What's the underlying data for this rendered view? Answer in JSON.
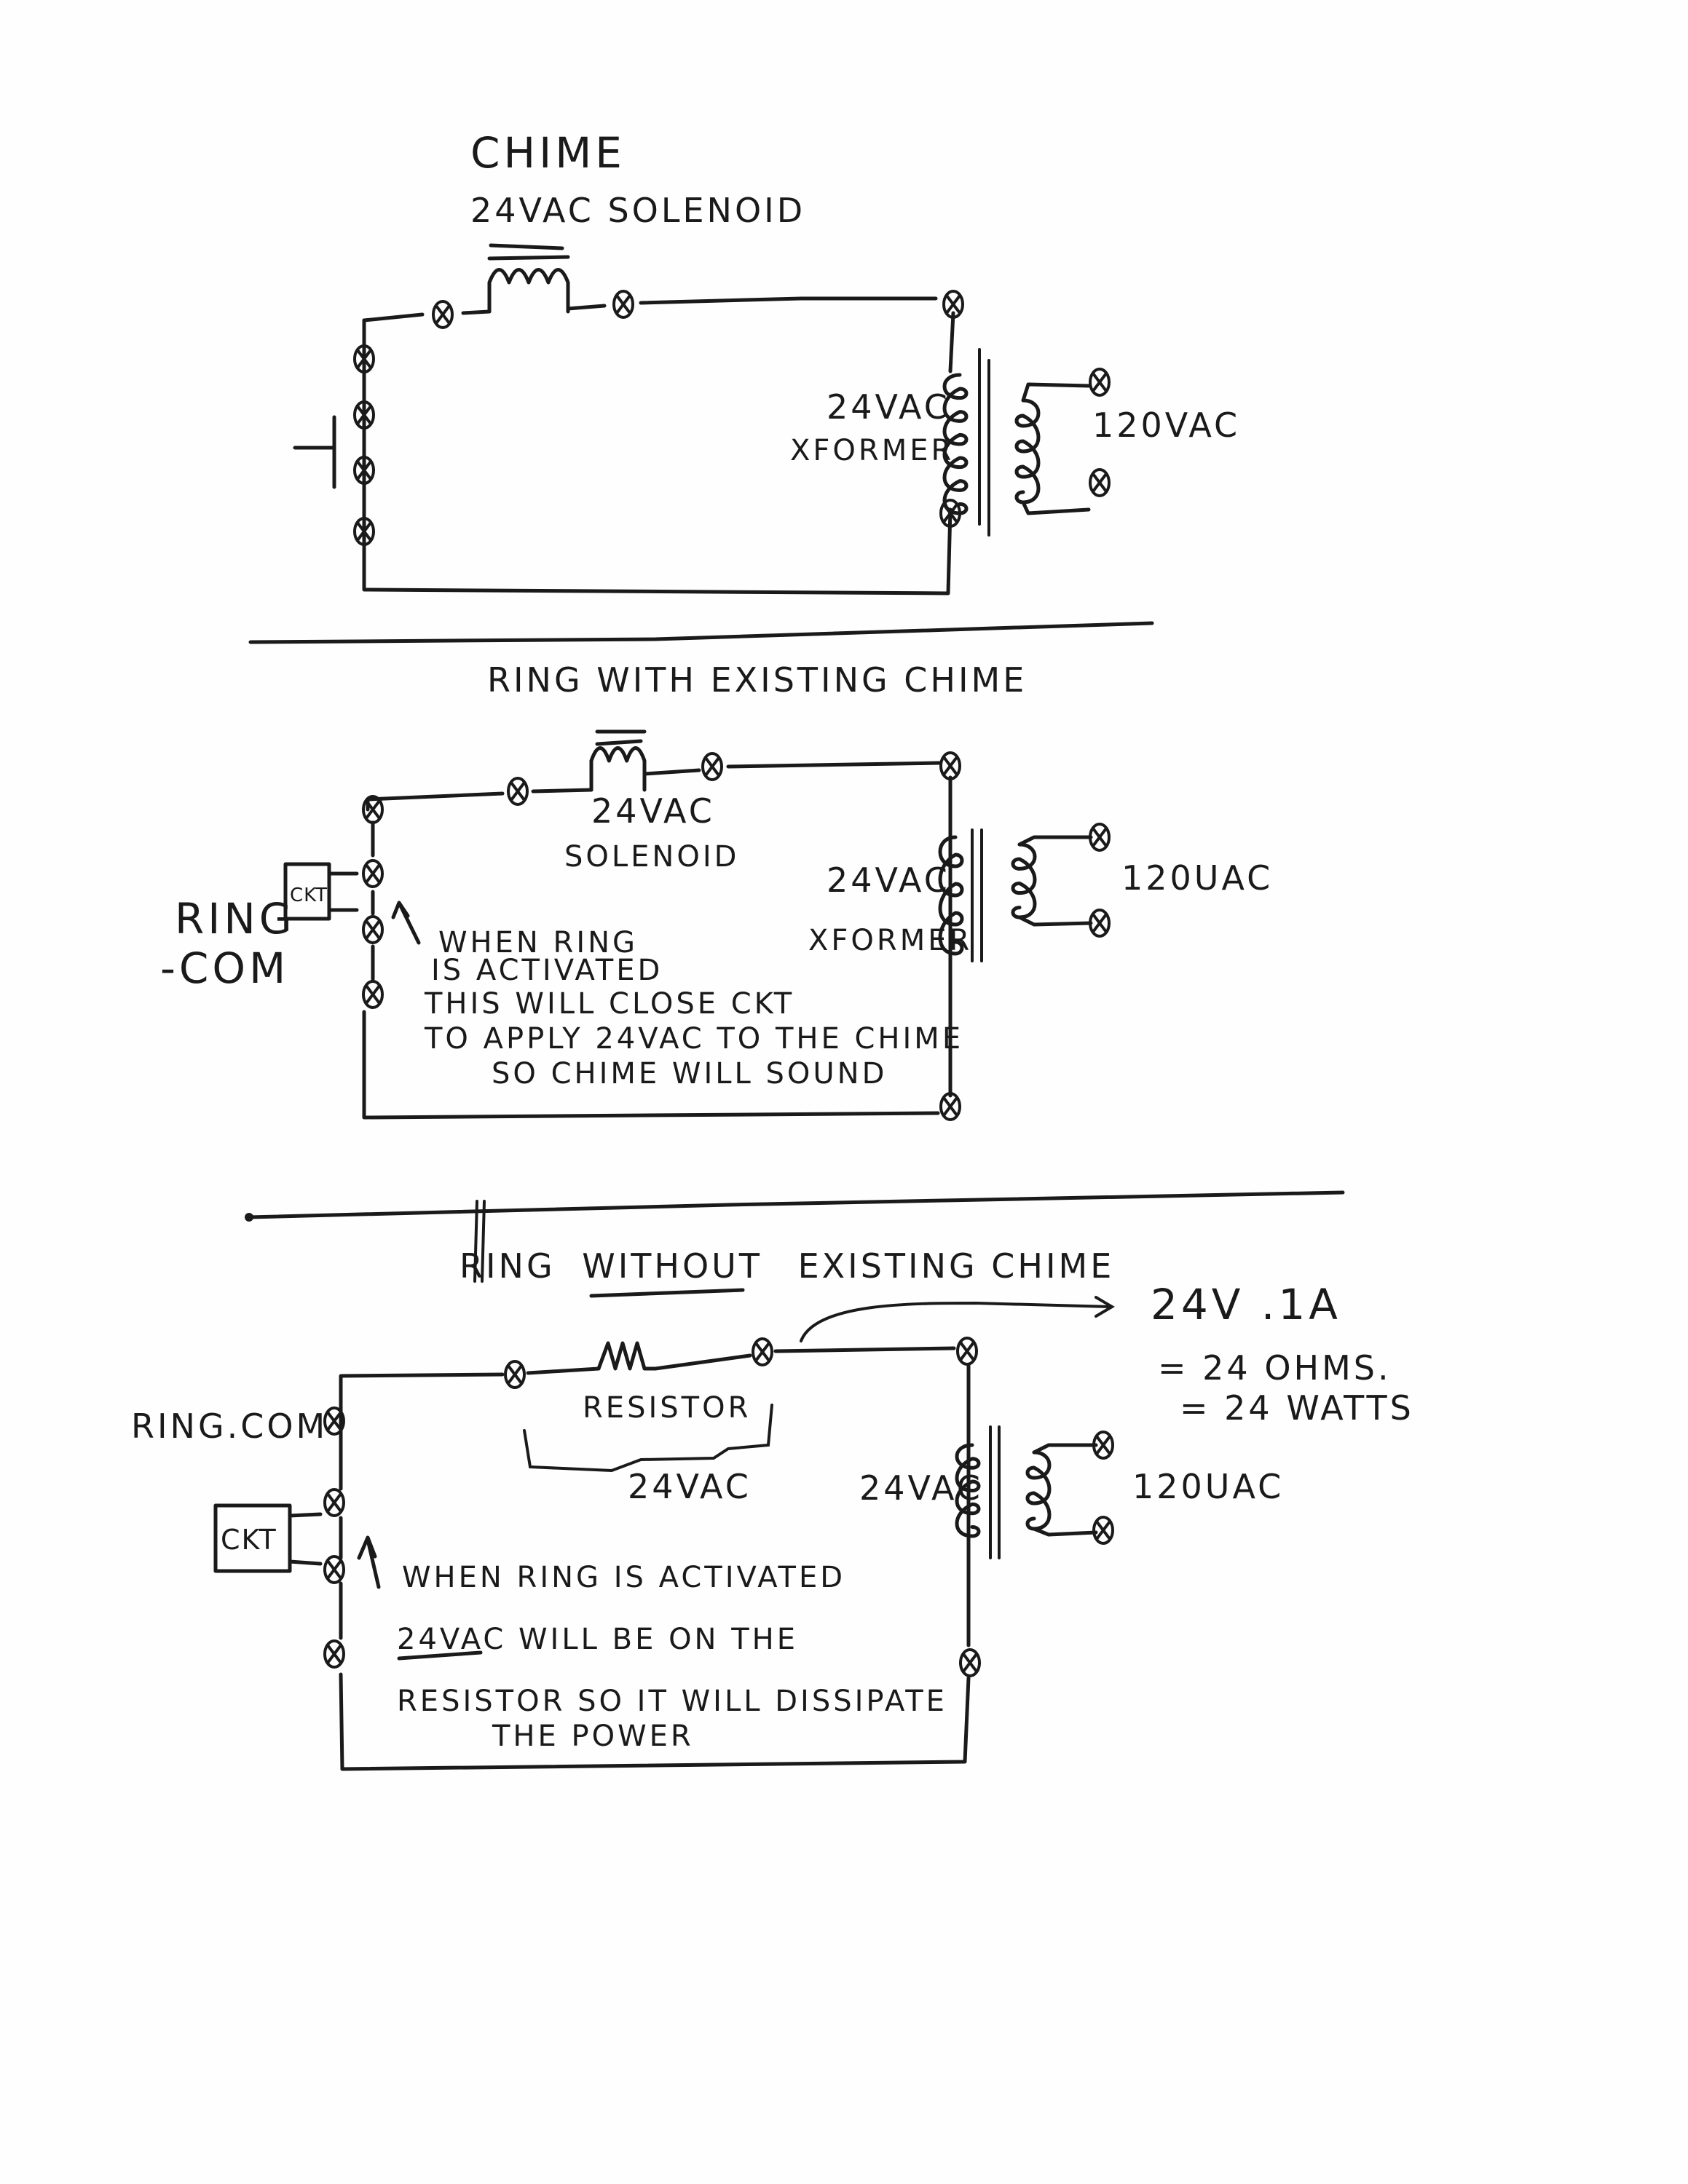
{
  "diagram1": {
    "title": "CHIME",
    "solenoid_label": "24VAC SOLENOID",
    "xformer_voltage": "24VAC",
    "xformer_label": "XFORMER",
    "primary_voltage": "120VAC"
  },
  "diagram2": {
    "title": "RING WITH EXISTING CHIME",
    "solenoid_voltage": "24VAC",
    "solenoid_label": "SOLENOID",
    "xformer_voltage": "24VAC",
    "xformer_label": "XFORMER",
    "primary_voltage": "120UAC",
    "ring_label_1": "RING",
    "ring_label_2": "-COM",
    "box_label": "CKT",
    "note": [
      "WHEN RING",
      "IS ACTIVATED",
      "THIS WILL CLOSE CKT",
      "TO APPLY 24VAC TO THE CHIME",
      "SO CHIME WILL SOUND"
    ]
  },
  "diagram3": {
    "title_1": "RING",
    "title_2": "WITHOUT",
    "title_3": "EXISTING CHIME",
    "resistor_label": "RESISTOR",
    "resistor_voltage": "24VAC",
    "calc": [
      "24V .1A",
      "= 24 OHMS.",
      "= 24 WATTS"
    ],
    "xformer_voltage": "24VAC",
    "primary_voltage": "120UAC",
    "ring_label": "RING.COM",
    "box_label": "CKT",
    "note": [
      "WHEN RING IS ACTIVATED",
      "24VAC WILL BE ON THE",
      "RESISTOR SO IT WILL DISSIPATE",
      "THE POWER"
    ]
  }
}
